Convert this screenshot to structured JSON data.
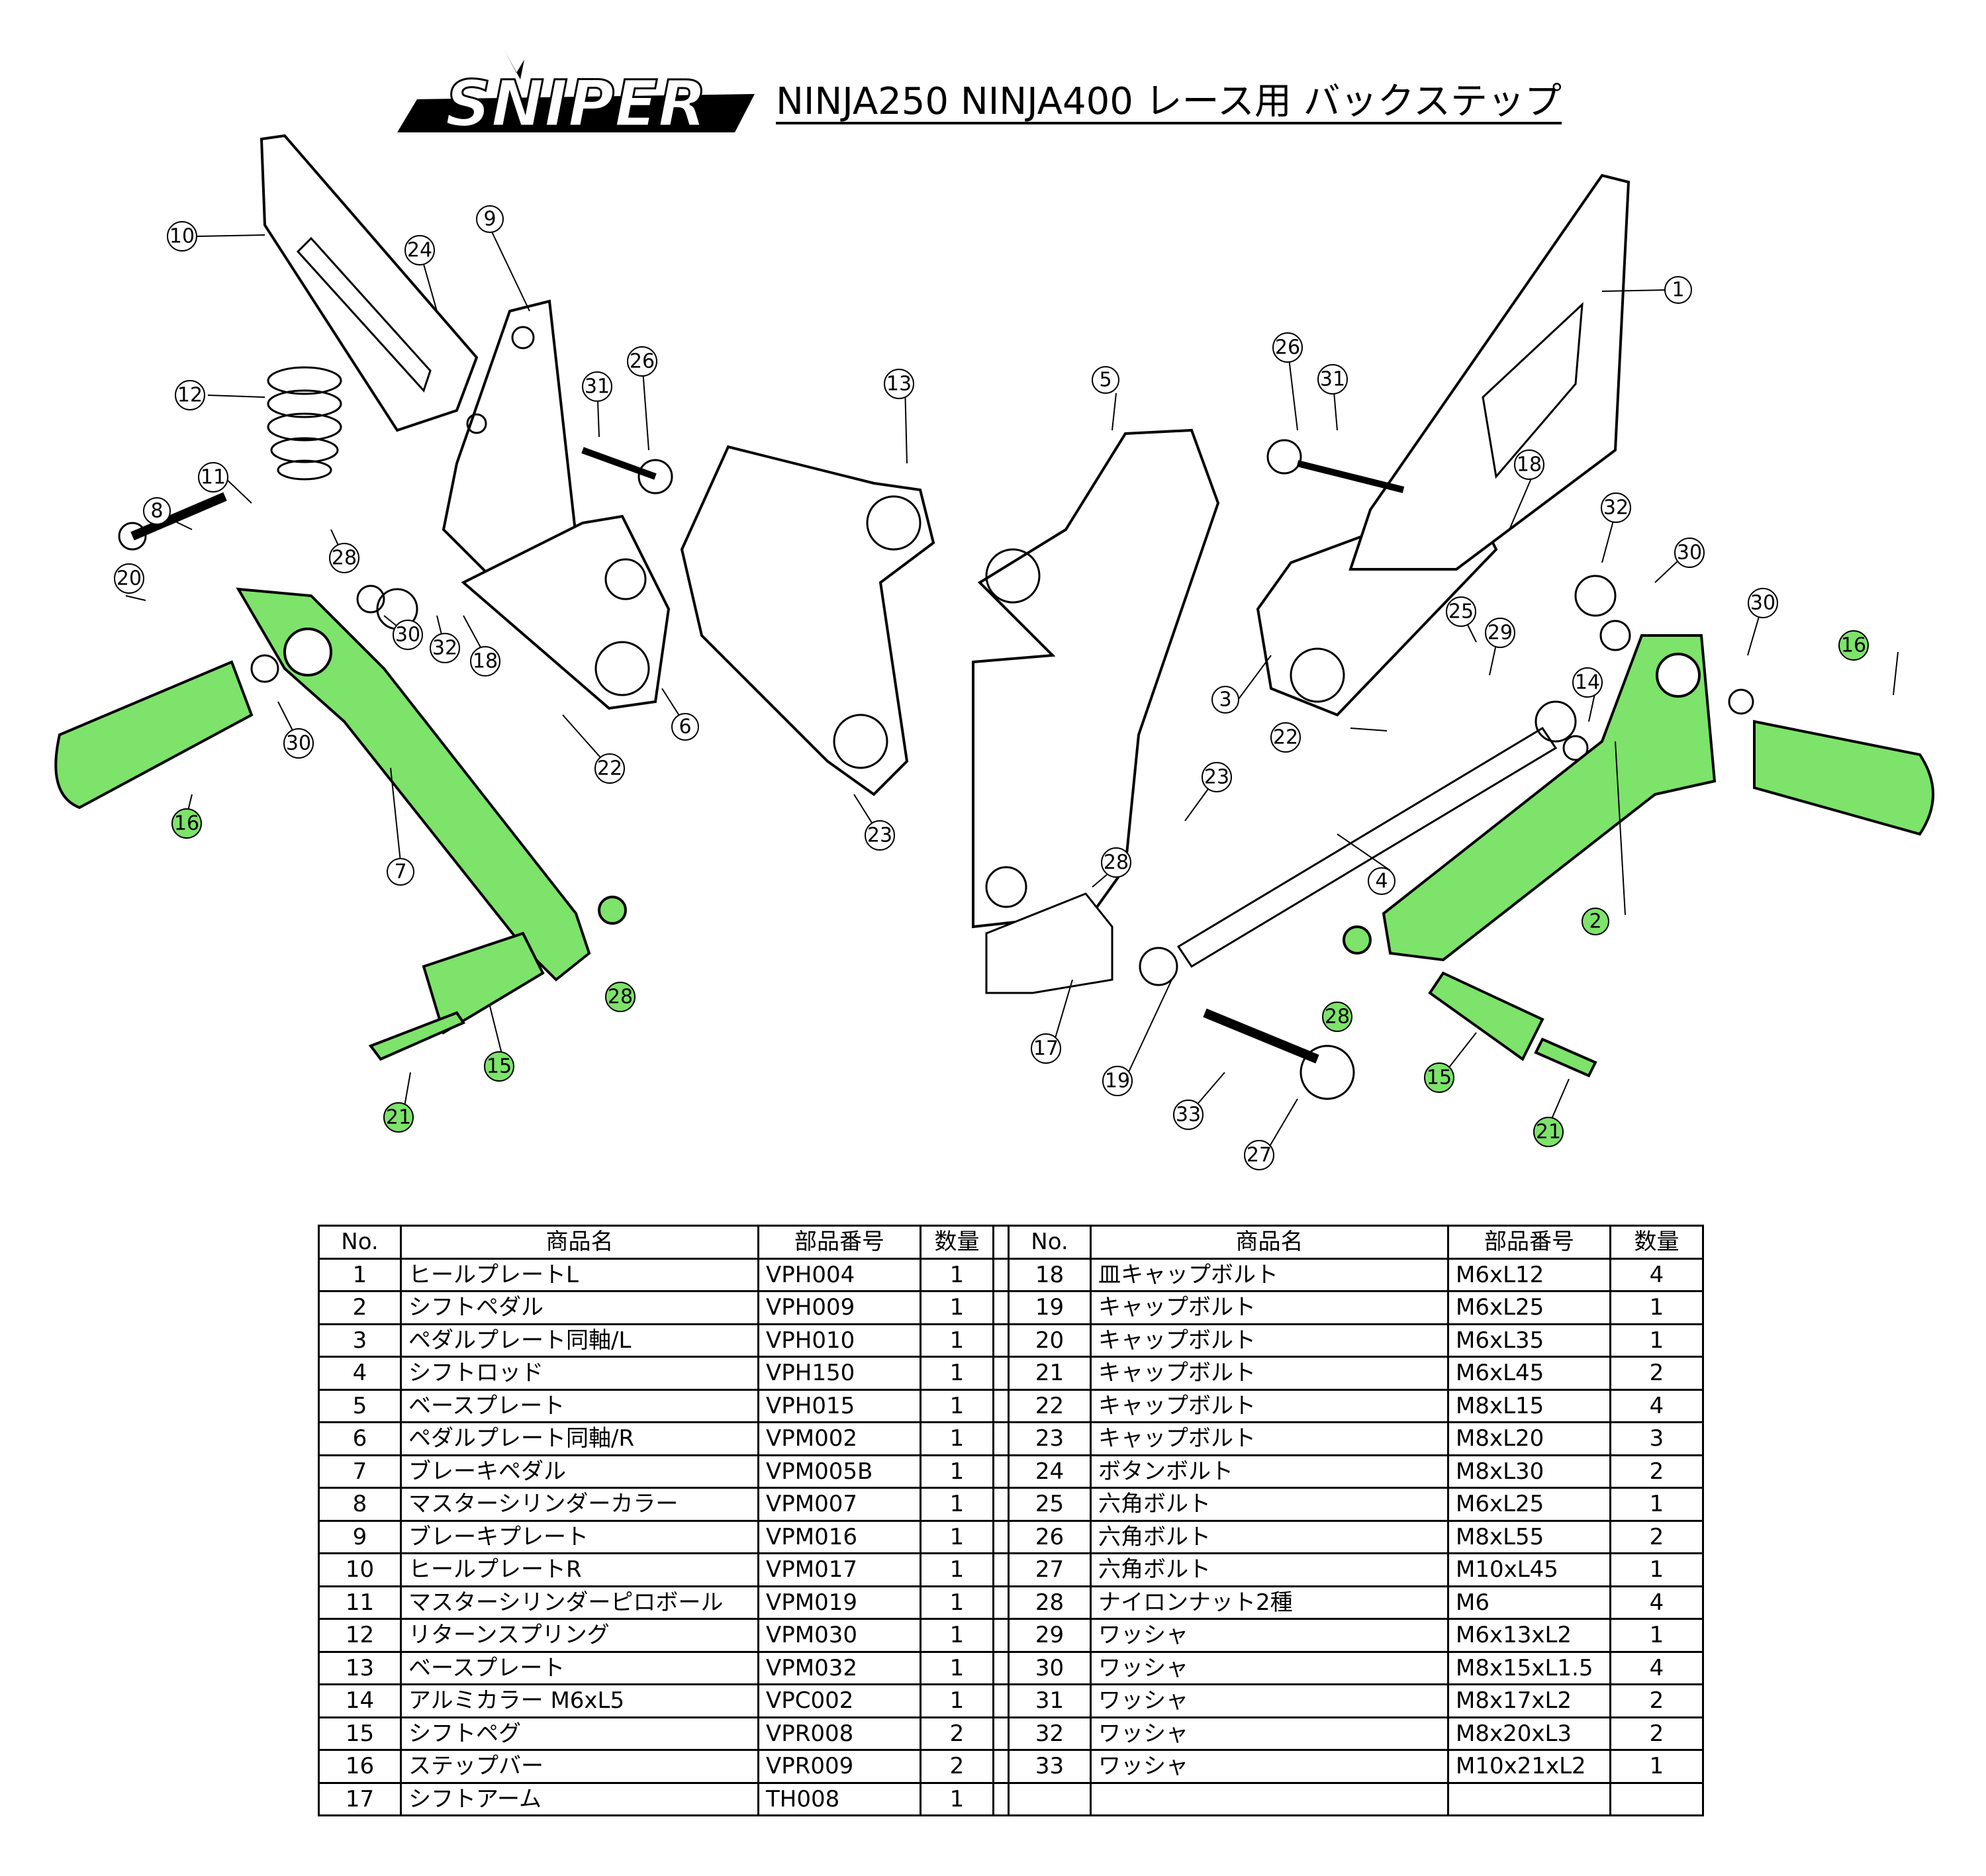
{
  "brand": "SNIPER",
  "title": "NINJA250 NINJA400 レース用 バックステップ",
  "colors": {
    "highlight": "#7de36a",
    "line": "#000000",
    "background": "#ffffff"
  },
  "table": {
    "headers": [
      "No.",
      "商品名",
      "部品番号",
      "数量",
      "No.",
      "商品名",
      "部品番号",
      "数量"
    ],
    "left": [
      {
        "no": "1",
        "name": "ヒールプレートL",
        "part": "VPH004",
        "qty": "1"
      },
      {
        "no": "2",
        "name": "シフトペダル",
        "part": "VPH009",
        "qty": "1"
      },
      {
        "no": "3",
        "name": "ペダルプレート同軸/L",
        "part": "VPH010",
        "qty": "1"
      },
      {
        "no": "4",
        "name": "シフトロッド",
        "part": "VPH150",
        "qty": "1"
      },
      {
        "no": "5",
        "name": "ベースプレート",
        "part": "VPH015",
        "qty": "1"
      },
      {
        "no": "6",
        "name": "ペダルプレート同軸/R",
        "part": "VPM002",
        "qty": "1"
      },
      {
        "no": "7",
        "name": "ブレーキペダル",
        "part": "VPM005B",
        "qty": "1"
      },
      {
        "no": "8",
        "name": "マスターシリンダーカラー",
        "part": "VPM007",
        "qty": "1"
      },
      {
        "no": "9",
        "name": "ブレーキプレート",
        "part": "VPM016",
        "qty": "1"
      },
      {
        "no": "10",
        "name": "ヒールプレートR",
        "part": "VPM017",
        "qty": "1"
      },
      {
        "no": "11",
        "name": "マスターシリンダーピロボール",
        "part": "VPM019",
        "qty": "1"
      },
      {
        "no": "12",
        "name": "リターンスプリング",
        "part": "VPM030",
        "qty": "1"
      },
      {
        "no": "13",
        "name": "ベースプレート",
        "part": "VPM032",
        "qty": "1"
      },
      {
        "no": "14",
        "name": "アルミカラー M6xL5",
        "part": "VPC002",
        "qty": "1"
      },
      {
        "no": "15",
        "name": "シフトペグ",
        "part": "VPR008",
        "qty": "2"
      },
      {
        "no": "16",
        "name": "ステップバー",
        "part": "VPR009",
        "qty": "2"
      },
      {
        "no": "17",
        "name": "シフトアーム",
        "part": "TH008",
        "qty": "1"
      }
    ],
    "right": [
      {
        "no": "18",
        "name": "皿キャップボルト",
        "part": "M6xL12",
        "qty": "4"
      },
      {
        "no": "19",
        "name": "キャップボルト",
        "part": "M6xL25",
        "qty": "1"
      },
      {
        "no": "20",
        "name": "キャップボルト",
        "part": "M6xL35",
        "qty": "1"
      },
      {
        "no": "21",
        "name": "キャップボルト",
        "part": "M6xL45",
        "qty": "2"
      },
      {
        "no": "22",
        "name": "キャップボルト",
        "part": "M8xL15",
        "qty": "4"
      },
      {
        "no": "23",
        "name": "キャップボルト",
        "part": "M8xL20",
        "qty": "3"
      },
      {
        "no": "24",
        "name": "ボタンボルト",
        "part": "M8xL30",
        "qty": "2"
      },
      {
        "no": "25",
        "name": "六角ボルト",
        "part": "M6xL25",
        "qty": "1"
      },
      {
        "no": "26",
        "name": "六角ボルト",
        "part": "M8xL55",
        "qty": "2"
      },
      {
        "no": "27",
        "name": "六角ボルト",
        "part": "M10xL45",
        "qty": "1"
      },
      {
        "no": "28",
        "name": "ナイロンナット2種",
        "part": "M6",
        "qty": "4"
      },
      {
        "no": "29",
        "name": "ワッシャ",
        "part": "M6x13xL2",
        "qty": "1"
      },
      {
        "no": "30",
        "name": "ワッシャ",
        "part": "M8x15xL1.5",
        "qty": "4"
      },
      {
        "no": "31",
        "name": "ワッシャ",
        "part": "M8x17xL2",
        "qty": "2"
      },
      {
        "no": "32",
        "name": "ワッシャ",
        "part": "M8x20xL3",
        "qty": "2"
      },
      {
        "no": "33",
        "name": "ワッシャ",
        "part": "M10x21xL2",
        "qty": "1"
      }
    ]
  },
  "callouts": [
    {
      "id": "c1",
      "text": "1",
      "green": false
    },
    {
      "id": "c2",
      "text": "2",
      "green": true
    },
    {
      "id": "c3",
      "text": "3",
      "green": false
    },
    {
      "id": "c4",
      "text": "4",
      "green": false
    },
    {
      "id": "c5",
      "text": "5",
      "green": false
    },
    {
      "id": "c6",
      "text": "6",
      "green": false
    },
    {
      "id": "c7",
      "text": "7",
      "green": false
    },
    {
      "id": "c8",
      "text": "8",
      "green": false
    },
    {
      "id": "c9",
      "text": "9",
      "green": false
    },
    {
      "id": "c10",
      "text": "10",
      "green": false
    },
    {
      "id": "c11",
      "text": "11",
      "green": false
    },
    {
      "id": "c12",
      "text": "12",
      "green": false
    },
    {
      "id": "c13",
      "text": "13",
      "green": false
    },
    {
      "id": "c14",
      "text": "14",
      "green": false
    },
    {
      "id": "c15a",
      "text": "15",
      "green": true
    },
    {
      "id": "c15b",
      "text": "15",
      "green": true
    },
    {
      "id": "c16a",
      "text": "16",
      "green": true
    },
    {
      "id": "c16b",
      "text": "16",
      "green": true
    },
    {
      "id": "c17",
      "text": "17",
      "green": false
    },
    {
      "id": "c18a",
      "text": "18",
      "green": false
    },
    {
      "id": "c18b",
      "text": "18",
      "green": false
    },
    {
      "id": "c19",
      "text": "19",
      "green": false
    },
    {
      "id": "c20",
      "text": "20",
      "green": false
    },
    {
      "id": "c21a",
      "text": "21",
      "green": true
    },
    {
      "id": "c21b",
      "text": "21",
      "green": true
    },
    {
      "id": "c22a",
      "text": "22",
      "green": false
    },
    {
      "id": "c22b",
      "text": "22",
      "green": false
    },
    {
      "id": "c23a",
      "text": "23",
      "green": false
    },
    {
      "id": "c23b",
      "text": "23",
      "green": false
    },
    {
      "id": "c24",
      "text": "24",
      "green": false
    },
    {
      "id": "c25",
      "text": "25",
      "green": false
    },
    {
      "id": "c26a",
      "text": "26",
      "green": false
    },
    {
      "id": "c26b",
      "text": "26",
      "green": false
    },
    {
      "id": "c27",
      "text": "27",
      "green": false
    },
    {
      "id": "c28a",
      "text": "28",
      "green": false
    },
    {
      "id": "c28b",
      "text": "28",
      "green": true
    },
    {
      "id": "c28c",
      "text": "28",
      "green": true
    },
    {
      "id": "c28d",
      "text": "28",
      "green": false
    },
    {
      "id": "c29",
      "text": "29",
      "green": false
    },
    {
      "id": "c30a",
      "text": "30",
      "green": false
    },
    {
      "id": "c30b",
      "text": "30",
      "green": false
    },
    {
      "id": "c30c",
      "text": "30",
      "green": false
    },
    {
      "id": "c30d",
      "text": "30",
      "green": false
    },
    {
      "id": "c31a",
      "text": "31",
      "green": false
    },
    {
      "id": "c31b",
      "text": "31",
      "green": false
    },
    {
      "id": "c32a",
      "text": "32",
      "green": false
    },
    {
      "id": "c32b",
      "text": "32",
      "green": false
    },
    {
      "id": "c33",
      "text": "33",
      "green": false
    }
  ]
}
